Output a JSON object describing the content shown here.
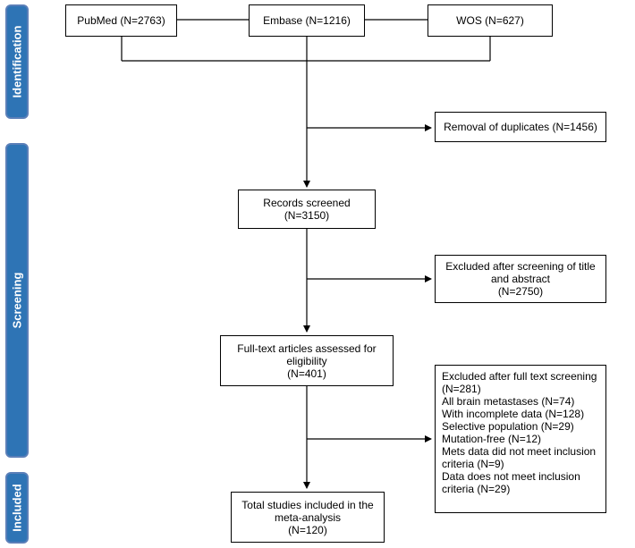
{
  "phases": {
    "identification": "Identification",
    "screening": "Screening",
    "included": "Included"
  },
  "sources": {
    "pubmed": "PubMed (N=2763)",
    "embase": "Embase (N=1216)",
    "wos": "WOS (N=627)"
  },
  "duplicates": "Removal of duplicates (N=1456)",
  "records_screened": [
    "Records screened",
    "(N=3150)"
  ],
  "excluded_title_abstract": [
    "Excluded after screening of title",
    "and abstract",
    "(N=2750)"
  ],
  "full_text": [
    "Full-text articles assessed for",
    "eligibility",
    "(N=401)"
  ],
  "excluded_full_text": [
    "Excluded after full text screening",
    "(N=281)",
    "All brain metastases (N=74)",
    "With incomplete data (N=128)",
    "Selective population (N=29)",
    "Mutation-free (N=12)",
    "Mets data did not meet inclusion",
    "criteria (N=9)",
    "Data does not meet inclusion",
    "criteria (N=29)"
  ],
  "included_studies": [
    "Total studies included in the",
    "meta-analysis",
    "(N=120)"
  ],
  "colors": {
    "phase_fill": "#2e74b5",
    "phase_border": "#5b7fb8",
    "line": "#000000"
  }
}
